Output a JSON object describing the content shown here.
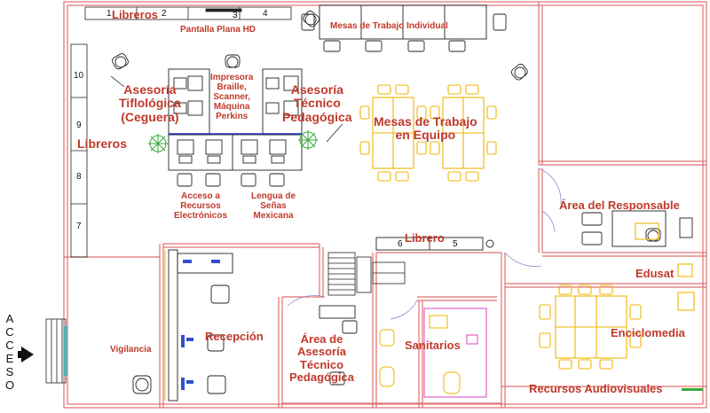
{
  "access_label": "ACCESO",
  "labels": {
    "libreros_top": "Libreros",
    "pantalla": "Pantalla Plana HD",
    "mesas_individual": "Mesas de Trabajo Individual",
    "asesoria_tiflo": [
      "Asesoría",
      "Tiflológica",
      "(Ceguera)"
    ],
    "impresora": [
      "Impresora",
      "Braille,",
      "Scanner,",
      "Máquina",
      "Perkins"
    ],
    "asesoria_tecnico": [
      "Asesoría",
      "Técnico",
      "Pedagógica"
    ],
    "mesas_equipo": [
      "Mesas de Trabajo",
      "en Equipo"
    ],
    "libreros_left": "Libreros",
    "acceso_recursos": [
      "Acceso a",
      "Recursos",
      "Electrónicos"
    ],
    "lengua_senas": [
      "Lengua de",
      "Señas",
      "Mexicana"
    ],
    "area_responsable": "Área del Responsable",
    "librero": "Librero",
    "edusat": "Edusat",
    "vigilancia": "Vigilancia",
    "recepcion": "Recepción",
    "area_asesoria": [
      "Área de",
      "Asesoría",
      "Técnico",
      "Pedagógica"
    ],
    "sanitarios": "Sanitarios",
    "enciclomedia": "Enciclomedia",
    "recursos_av": "Recursos Audiovisuales"
  },
  "shelf_numbers": {
    "top": [
      "1",
      "2",
      "3",
      "4"
    ],
    "left": [
      "10",
      "9",
      "8",
      "7"
    ],
    "librero": [
      "6",
      "5"
    ]
  },
  "colors": {
    "wall": "#e07070",
    "furniture": "#f0b400",
    "label": "#c0392b",
    "ink": "#111111",
    "plant": "#3aa83a",
    "sanitary": "#e040c0",
    "equipment": "#3050d0"
  }
}
